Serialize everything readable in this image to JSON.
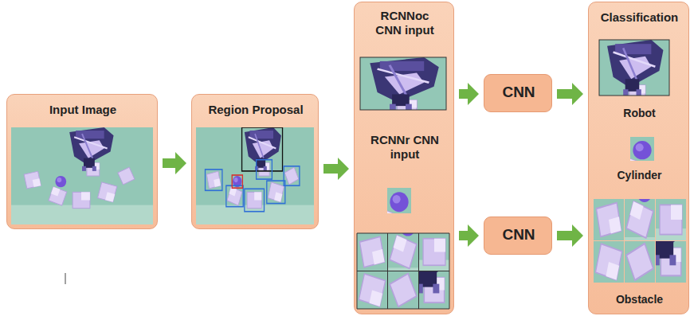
{
  "diagram": {
    "nodes": [
      {
        "text": [
          "Input Image"
        ]
      },
      {
        "text": [
          "Region Proposal"
        ]
      },
      {
        "text": [
          "RCNNoc CNN input",
          "RCNNr CNN input"
        ]
      },
      {
        "text": [
          "CNN"
        ]
      },
      {
        "text": [
          "CNN"
        ]
      },
      {
        "text": [
          "Classification",
          "Robot",
          "Cylinder",
          "Obstacle"
        ]
      }
    ],
    "edges": [
      {
        "from": 0,
        "to": 1,
        "arrow": "to"
      },
      {
        "from": 1,
        "to": 2,
        "arrow": "to"
      },
      {
        "from": 2,
        "to": 3,
        "arrow": "to"
      },
      {
        "from": 2,
        "to": 4,
        "arrow": "to"
      },
      {
        "from": 3,
        "to": 5,
        "arrow": "to"
      },
      {
        "from": 4,
        "to": 5,
        "arrow": "to"
      }
    ]
  }
}
